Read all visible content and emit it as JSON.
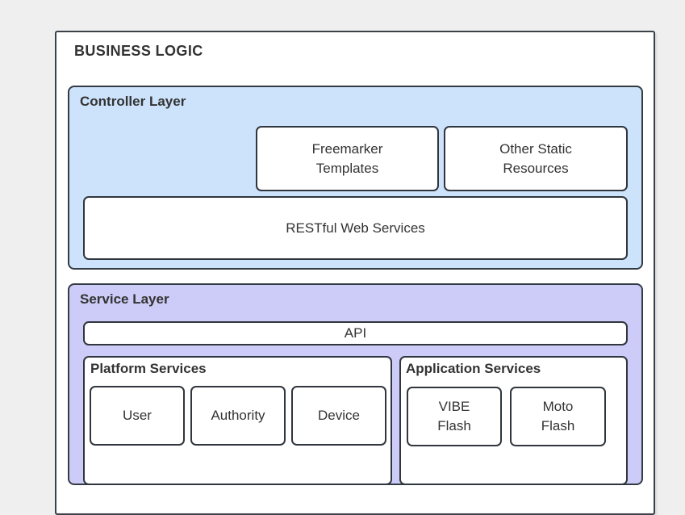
{
  "title": "BUSINESS LOGIC",
  "controller_layer": {
    "label": "Controller Layer",
    "freemarker": {
      "line1": "Freemarker",
      "line2": "Templates"
    },
    "other_static": {
      "line1": "Other Static",
      "line2": "Resources"
    },
    "restful_label": "RESTful Web Services"
  },
  "service_layer": {
    "label": "Service Layer",
    "api_label": "API",
    "platform": {
      "label": "Platform Services",
      "items": [
        "User",
        "Authority",
        "Device"
      ]
    },
    "application": {
      "label": "Application Services",
      "items": [
        {
          "line1": "VIBE",
          "line2": "Flash"
        },
        {
          "line1": "Moto",
          "line2": "Flash"
        }
      ]
    }
  },
  "colors": {
    "background": "#efefef",
    "box_fill": "#ffffff",
    "controller_blue": "#cce3fb",
    "service_purple": "#cdccf8",
    "border": "#343b43",
    "text": "#333333"
  }
}
